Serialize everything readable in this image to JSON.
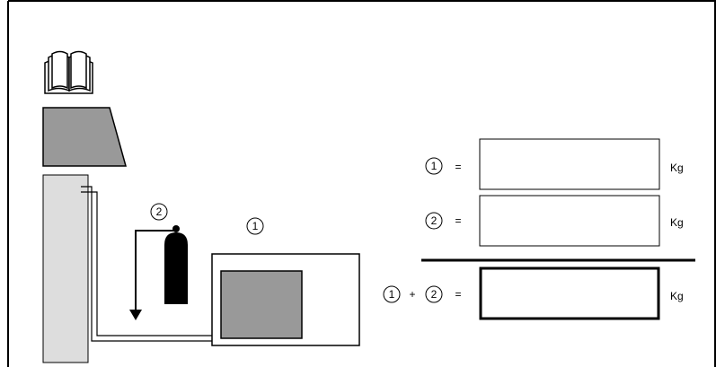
{
  "markers": {
    "one": "1",
    "two": "2",
    "plus": "+",
    "equals": "="
  },
  "units": {
    "row1": "Kg",
    "row2": "Kg",
    "total": "Kg"
  },
  "icons": {
    "manual": "open-book-icon",
    "cylinder": "refrigerant-cylinder-icon"
  },
  "colors": {
    "line": "#000000",
    "hood": "#999999",
    "cabinet": "#dddddd",
    "condenser_fill": "#999999",
    "background": "#ffffff"
  }
}
